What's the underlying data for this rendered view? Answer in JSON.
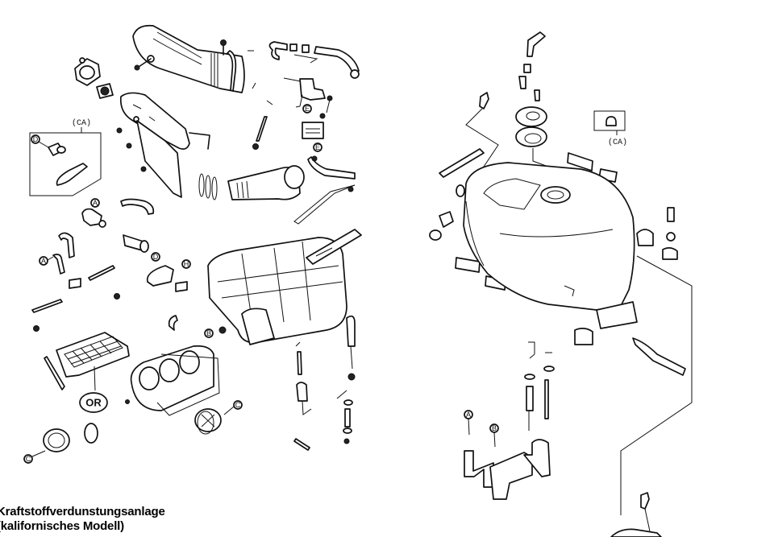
{
  "caption": {
    "line1": "Kraftstoffverdunstungsanlage",
    "line2": "(kalifornisches Modell)"
  },
  "callouts": {
    "ca_left": "(CA)",
    "ca_right": "(CA)",
    "or": "OR",
    "A": "A",
    "B": "B",
    "C": "C",
    "D": "D",
    "E": "E",
    "H": "H"
  }
}
